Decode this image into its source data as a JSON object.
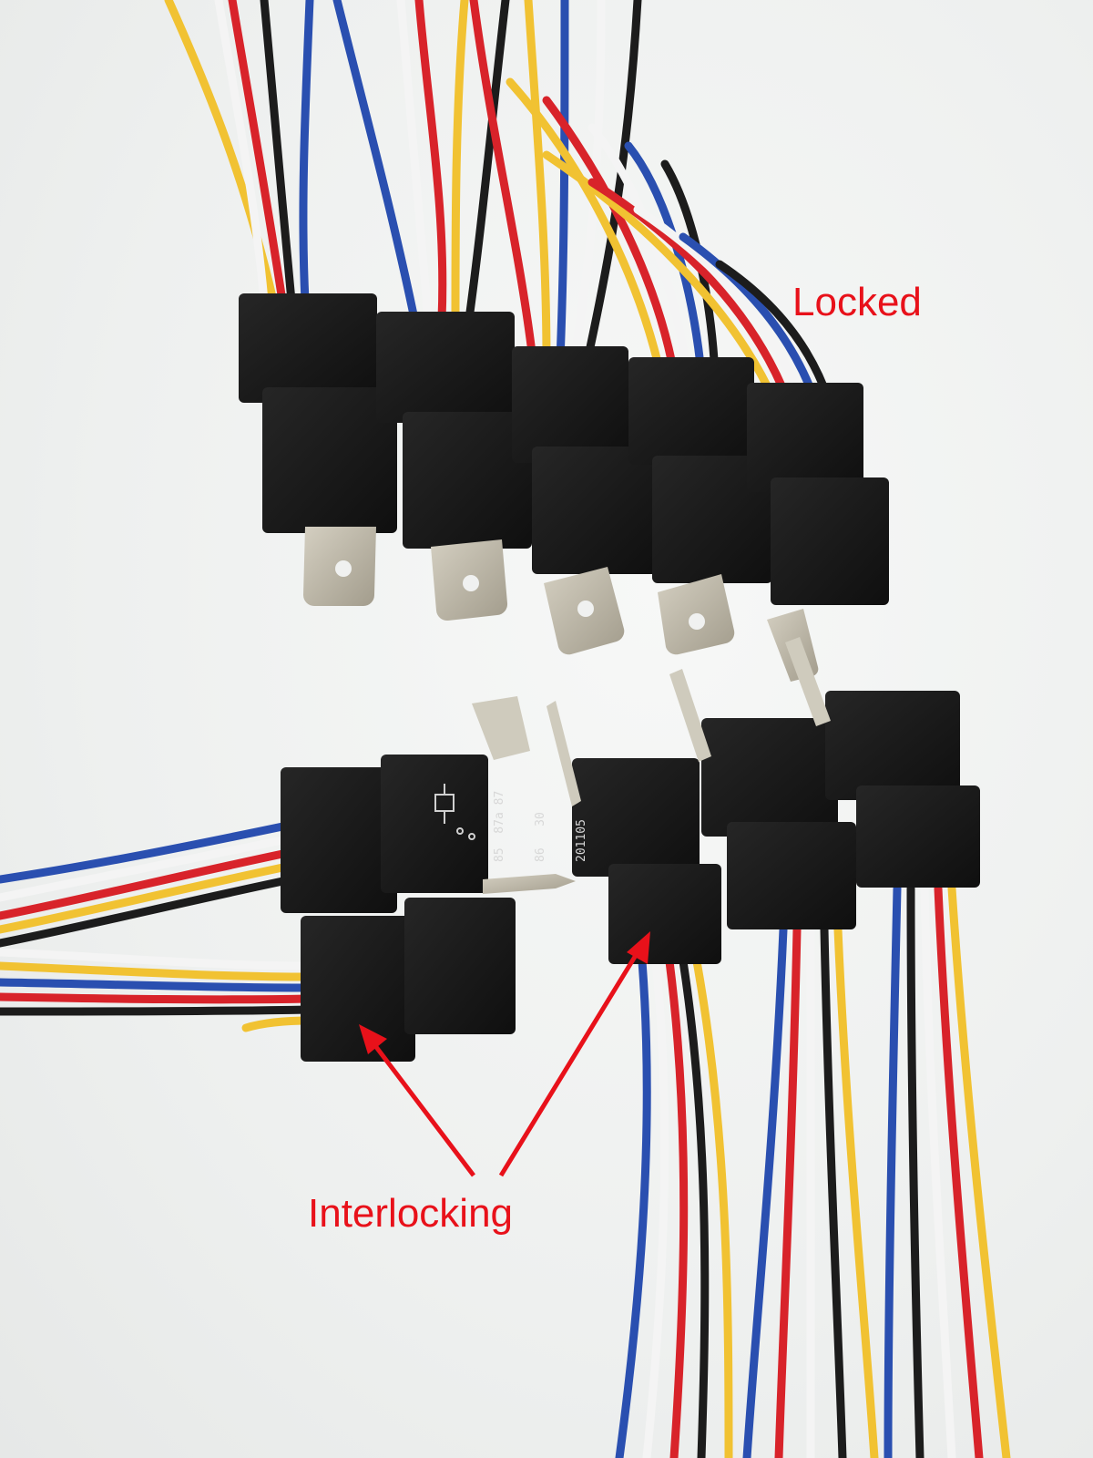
{
  "annotations": {
    "locked_label": "Locked",
    "interlocking_label": "Interlocking"
  },
  "relay_markings": {
    "line1": "85  87a 87",
    "line2": "86   30",
    "line3": "201105"
  },
  "colors": {
    "annotation": "#e8111a",
    "relay_body": "#161616",
    "wire_red": "#d8232a",
    "wire_yellow": "#f1c232",
    "wire_blue": "#2a4fb0",
    "wire_black": "#1c1c1c",
    "wire_white": "#f4f4f4",
    "terminal_metal": "#b9b3a3"
  }
}
